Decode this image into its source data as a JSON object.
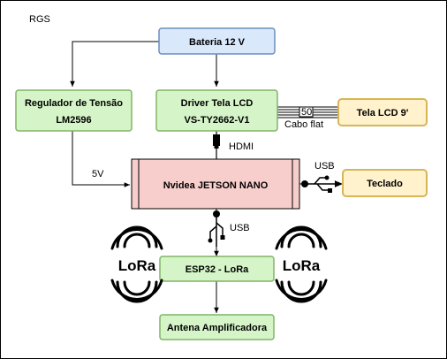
{
  "title": "RGS",
  "nodes": {
    "bateria": {
      "text": "Bateria 12 V",
      "fill": "#dae8fc",
      "stroke": "#6c8ebf"
    },
    "regulador": {
      "line1": "Regulador de Tensão",
      "line2": "LM2596",
      "fill": "#d5f5c8",
      "stroke": "#82b366"
    },
    "driver": {
      "line1": "Driver Tela LCD",
      "line2": "VS-TY2662-V1",
      "fill": "#d5f5c8",
      "stroke": "#82b366"
    },
    "tela_lcd": {
      "text": "Tela LCD 9'",
      "fill": "#fff2cc",
      "stroke": "#d6b656"
    },
    "jetson": {
      "text": "Nvidea JETSON NANO",
      "fill": "#f8cecc",
      "stroke": "#000000"
    },
    "teclado": {
      "text": "Teclado",
      "fill": "#fff2cc",
      "stroke": "#d6b656"
    },
    "esp32": {
      "text": "ESP32 - LoRa",
      "fill": "#d5f5c8",
      "stroke": "#82b366"
    },
    "antena": {
      "text": "Antena Amplificadora",
      "fill": "#d5f5c8",
      "stroke": "#82b366"
    }
  },
  "labels": {
    "cable_count": "50",
    "cable": "Cabo flat",
    "hdmi": "HDMI",
    "usb_keyboard": "USB",
    "usb_esp": "USB",
    "voltage": "5V",
    "lora_left": "LoRa",
    "lora_right": "LoRa"
  },
  "icons": [
    "hdmi-icon",
    "usb-icon",
    "wifi-signal-icon"
  ]
}
